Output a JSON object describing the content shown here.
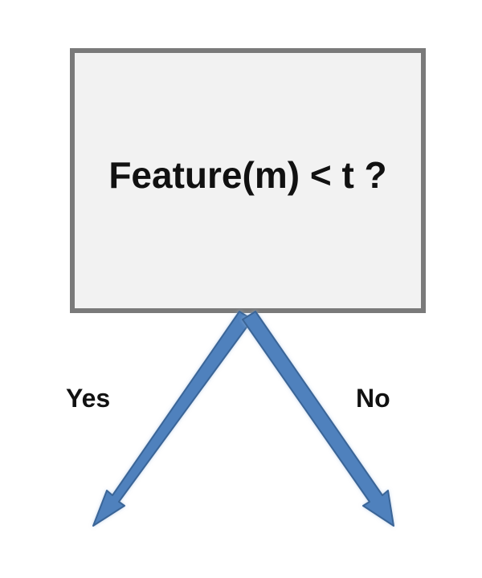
{
  "decision": {
    "question": "Feature(m) < t ?"
  },
  "branches": {
    "yes_label": "Yes",
    "no_label": "No"
  },
  "colors": {
    "box_fill": "#f2f2f2",
    "box_border": "#7a7a7a",
    "arrow_fill": "#4f81bd",
    "arrow_stroke": "#3a6597",
    "text": "#111111"
  }
}
